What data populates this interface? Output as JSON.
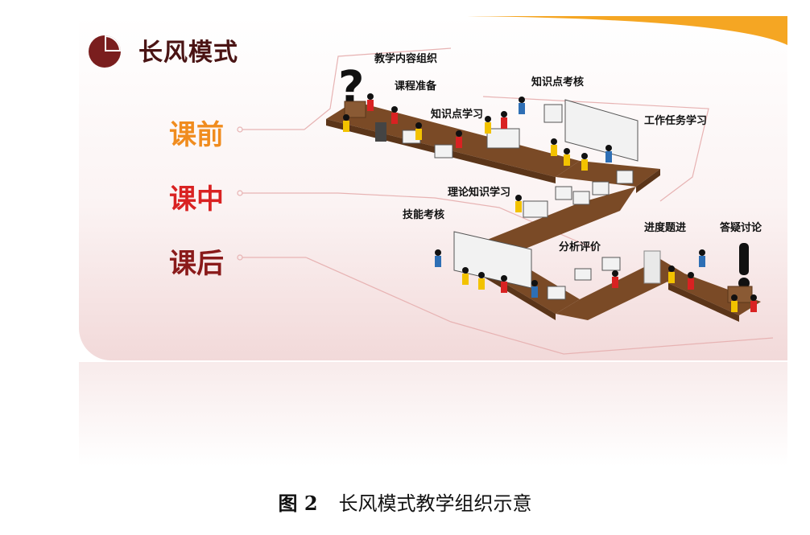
{
  "header": {
    "title": "长风模式"
  },
  "phases": {
    "pre": "课前",
    "mid": "课中",
    "post": "课后"
  },
  "activities": {
    "content_org": "教学内容组织",
    "course_prep": "课程准备",
    "knowledge_learn": "知识点学习",
    "knowledge_exam": "知识点考核",
    "work_task": "工作任务学习",
    "theory": "理论知识学习",
    "skill_exam": "技能考核",
    "analysis": "分析评价",
    "progress": "进度题进",
    "qa": "答疑讨论"
  },
  "caption": {
    "number": "图 2",
    "text": "长风模式教学组织示意"
  },
  "colors": {
    "orange": "#f08c1e",
    "red": "#d92222",
    "dark_red": "#8a1a1a",
    "floor": "#7a4a26"
  }
}
